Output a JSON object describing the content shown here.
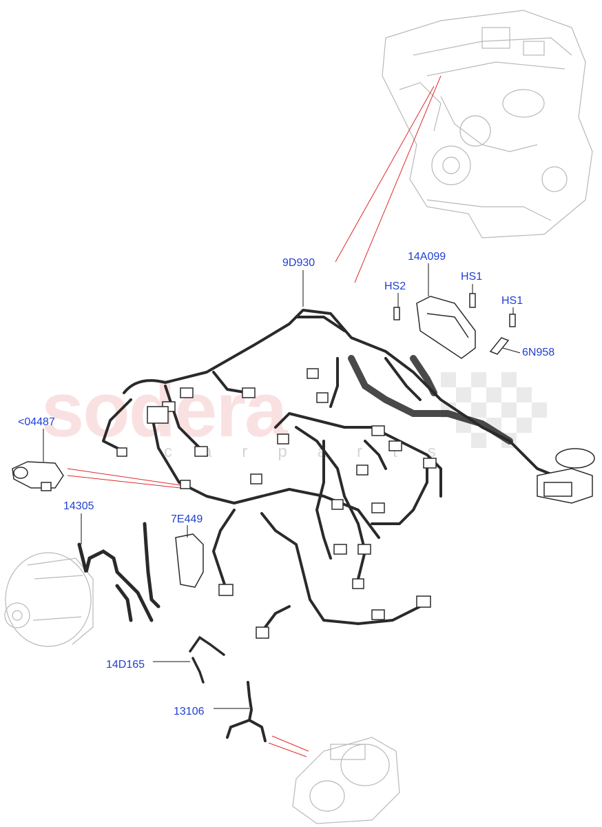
{
  "watermark": {
    "brand": "sodera",
    "tagline": "carparts"
  },
  "callouts": [
    {
      "id": "9d930",
      "label": "9D930"
    },
    {
      "id": "14a099",
      "label": "14A099"
    },
    {
      "id": "hs1a",
      "label": "HS1"
    },
    {
      "id": "hs2",
      "label": "HS2"
    },
    {
      "id": "hs1b",
      "label": "HS1"
    },
    {
      "id": "6n958",
      "label": "6N958"
    },
    {
      "id": "04487",
      "label": "<04487"
    },
    {
      "id": "14305",
      "label": "14305"
    },
    {
      "id": "7e449",
      "label": "7E449"
    },
    {
      "id": "14d165",
      "label": "14D165"
    },
    {
      "id": "13106",
      "label": "13106"
    }
  ],
  "colors": {
    "callout_text": "#1f3fd1",
    "leader_line": "#111111",
    "reference_line": "#e0282a",
    "harness": "#2a2a2a",
    "context_parts": "#b8b8b8"
  }
}
